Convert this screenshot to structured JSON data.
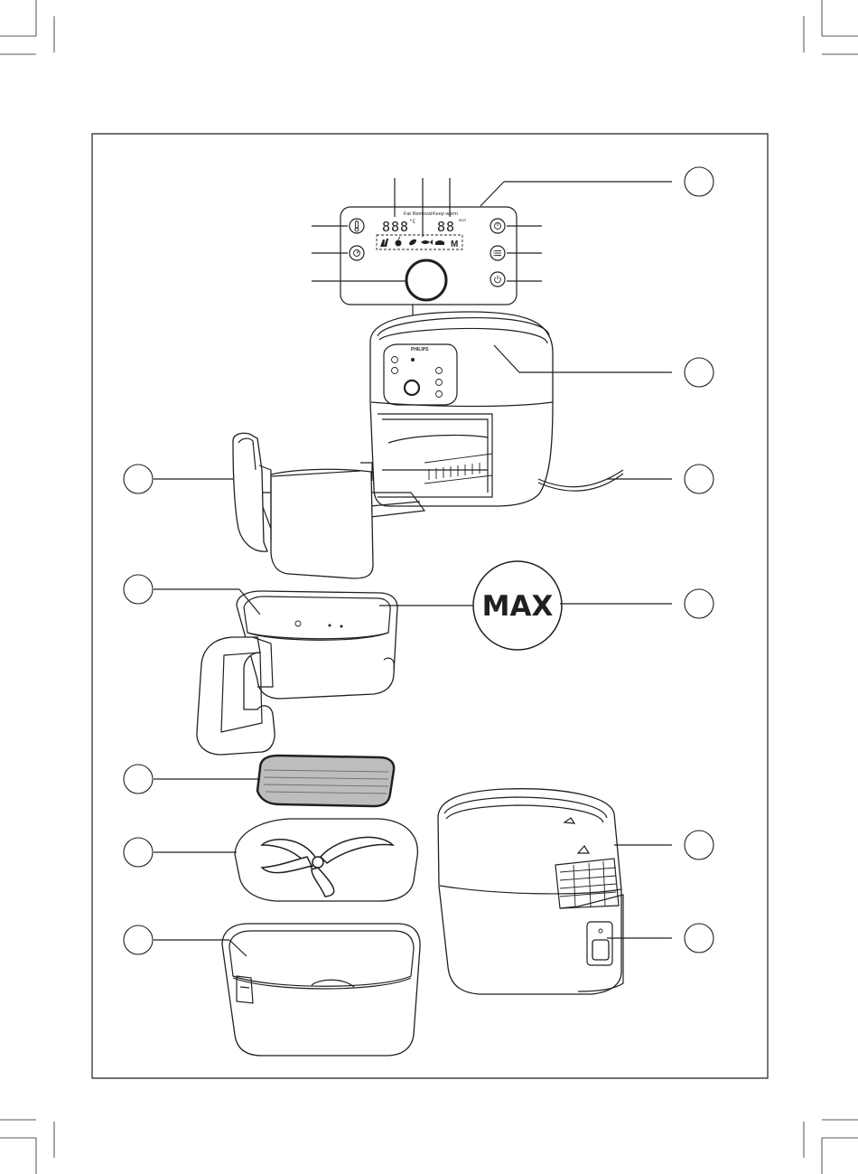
{
  "page": {
    "max_badge": "MAX",
    "panel": {
      "display_left": "888",
      "display_left_unit": "°C",
      "display_right": "88",
      "display_right_unit": "min",
      "label_left": "Fat Removal",
      "label_right": "Keep warm",
      "preset_letter": "M"
    },
    "brand": "PHILIPS",
    "icons": [
      "thermometer-icon",
      "clock-icon",
      "timer-icon",
      "menu-list-icon",
      "power-icon",
      "fries-icon",
      "chicken-icon",
      "drumstick-icon",
      "fish-icon",
      "cake-icon"
    ]
  }
}
